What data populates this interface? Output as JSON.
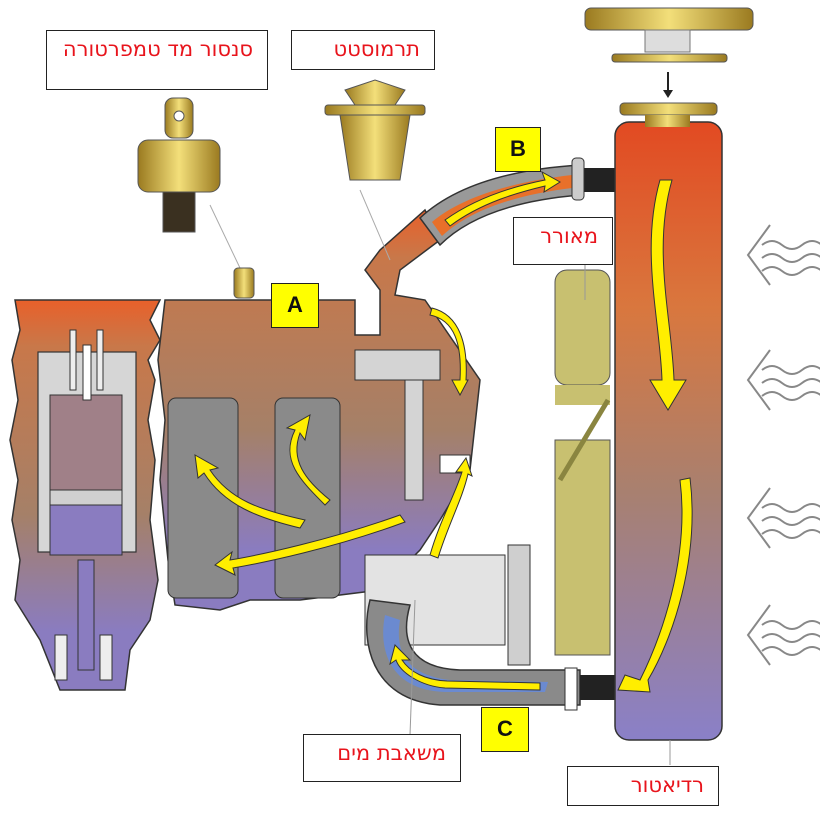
{
  "title": "Engine cooling system diagram",
  "labels": {
    "temp_sensor": "סנסור מד טמפרטורה",
    "thermostat": "תרמוסטט",
    "fan": "מאורר",
    "water_pump": "משאבת מים",
    "radiator": "רדיאטור"
  },
  "markers": {
    "a": "A",
    "b": "B",
    "c": "C"
  },
  "colors": {
    "label_text": "#e8141c",
    "marker_fill": "#ffff00",
    "hot_coolant": "#e8602a",
    "cool_coolant": "#8a7cc0",
    "flow_arrow": "#ffee00",
    "fan_blade": "#c8c070",
    "brass": "#d8b84a"
  },
  "airflow_indicators": 4
}
